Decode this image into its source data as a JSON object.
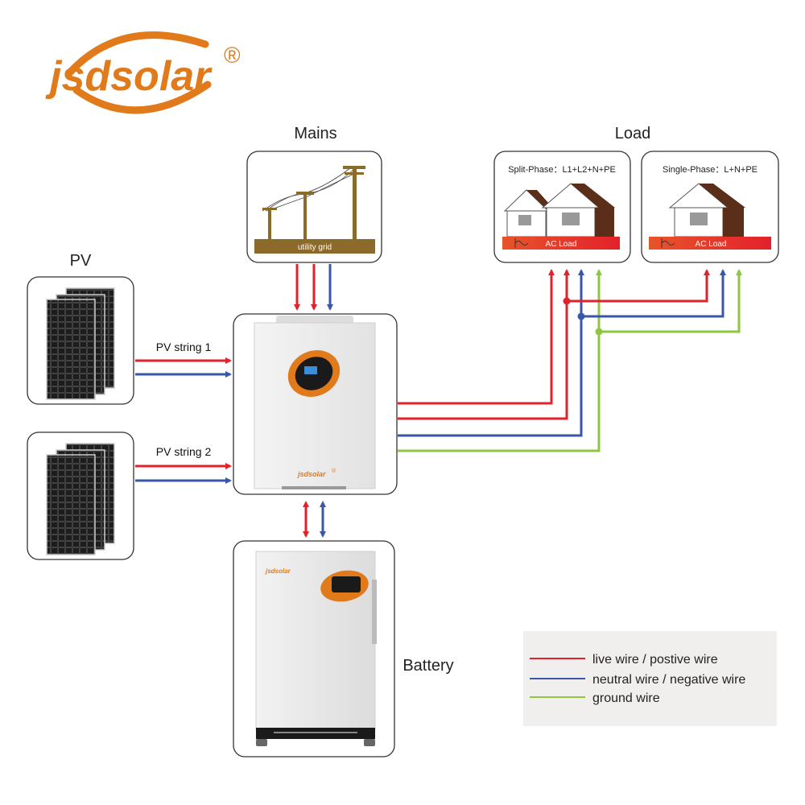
{
  "logo": {
    "text": "jsdsolar",
    "registered": "®",
    "color": "#e07a1a"
  },
  "sections": {
    "mains": "Mains",
    "load": "Load",
    "pv": "PV",
    "battery": "Battery"
  },
  "mains": {
    "grid_label": "utility grid"
  },
  "load": {
    "split_phase": {
      "title": "Split-Phase：L1+L2+N+PE",
      "bar_label": "AC Load"
    },
    "single_phase": {
      "title": "Single-Phase：L+N+PE",
      "bar_label": "AC Load"
    }
  },
  "pv": {
    "string1": "PV string 1",
    "string2": "PV string 2"
  },
  "inverter": {
    "brand": "jsdsolar",
    "registered": "®"
  },
  "battery_unit": {
    "brand": "jsdsolar"
  },
  "legend": {
    "items": [
      {
        "label": "live wire / postive wire",
        "color": "#e3212b"
      },
      {
        "label": "neutral wire / negative wire",
        "color": "#3a56a8"
      },
      {
        "label": "ground wire",
        "color": "#8ec63f"
      }
    ]
  },
  "colors": {
    "live": "#e3212b",
    "neutral": "#3a56a8",
    "ground": "#8ec63f",
    "accent": "#e07a1a",
    "load_bar": "#e8542a",
    "pole": "#8b6a2b",
    "house_dark": "#5a2e18"
  }
}
